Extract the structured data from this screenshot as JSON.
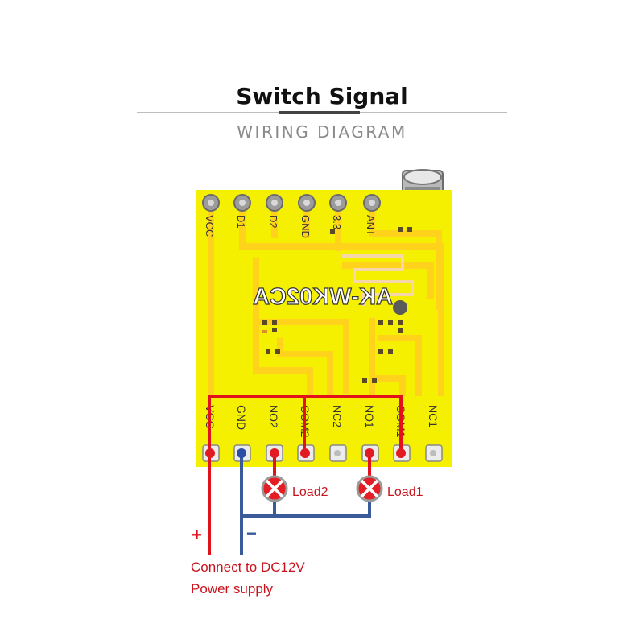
{
  "header": {
    "title": "Switch Signal",
    "subtitle": "WIRING DIAGRAM"
  },
  "board": {
    "model": "AK-WK02CA",
    "top_pins": [
      "VCC",
      "D1",
      "D2",
      "GND",
      "3.3",
      "ANT"
    ],
    "bottom_pins": [
      "VCC",
      "GND",
      "NO2",
      "COM2",
      "NC2",
      "NO1",
      "COM1",
      "NC1"
    ]
  },
  "loads": {
    "load1": "Load1",
    "load2": "Load2"
  },
  "power": {
    "plus": "+",
    "minus": "−",
    "line1": "Connect to DC12V",
    "line2": "Power supply"
  },
  "colors": {
    "board": "#f5f000",
    "trace": "#ffd21c",
    "positive_wire": "#e1121c",
    "negative_wire": "#3a5a9a",
    "pad_red": "#e21a22",
    "pad_blue": "#2b4fa8",
    "label_red": "#c8131d"
  }
}
